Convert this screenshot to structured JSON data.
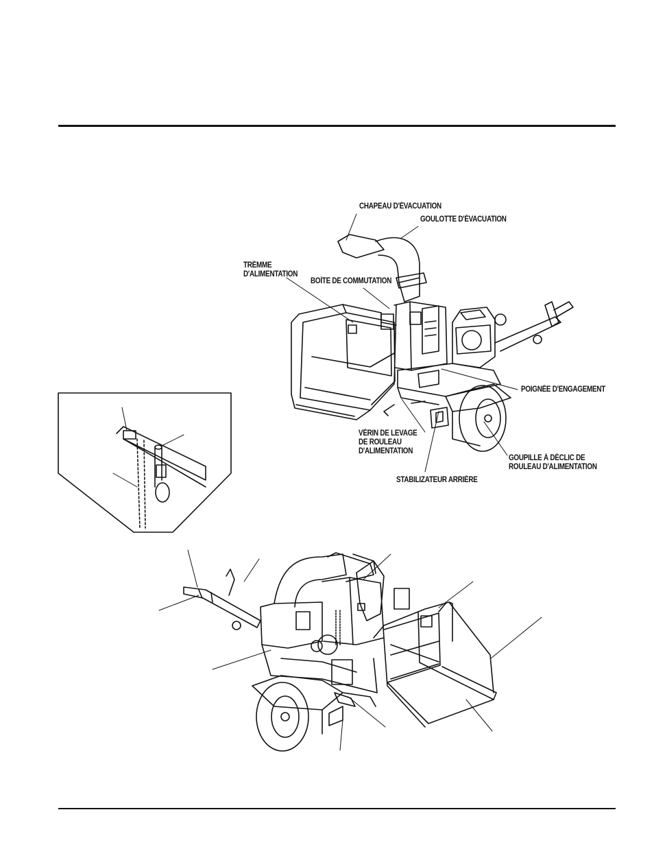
{
  "labels": {
    "exhaust_cap": "CHAPEAU D'ÉVACUATION",
    "exhaust_chute": "GOULOTTE D'ÉVACUATION",
    "feed_hopper": "TRÉMME\nD'ALIMENTATION",
    "switch_box": "BOÍTE DE COMMUTATION",
    "engagement_handle": "POIGNÉE D'ENGAGEMENT",
    "feed_roller_lift": "VÉRIN DE LEVAGE\nDE ROULEAU\nD'ALIMENTATION",
    "feed_roller_pin": "GOUPILLE À DÉCLIC DE\nROULEAU D'ALIMENTATION",
    "rear_stabilizer": "STABILIZATEUR ARRIÉRE"
  }
}
